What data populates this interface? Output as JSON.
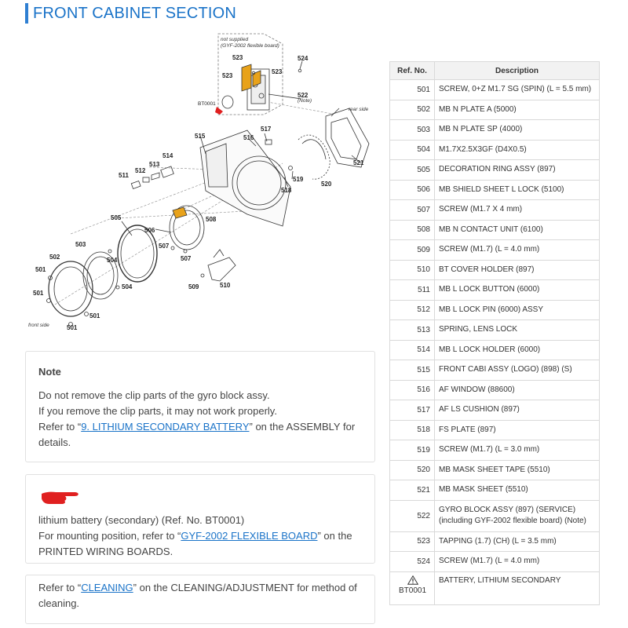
{
  "page": {
    "title": "FRONT CABINET SECTION"
  },
  "diagram": {
    "not_supplied_line1": "not supplied",
    "not_supplied_line2": "(GYF-2002 flexible board)",
    "note_label": "(Note)",
    "rear_side": "rear side",
    "front_side": "front side",
    "callouts": {
      "c501": "501",
      "c502": "502",
      "c503": "503",
      "c504": "504",
      "c505": "505",
      "c506": "506",
      "c507": "507",
      "c508": "508",
      "c509": "509",
      "c510": "510",
      "c511": "511",
      "c512": "512",
      "c513": "513",
      "c514": "514",
      "c515": "515",
      "c516": "516",
      "c517": "517",
      "c518": "518",
      "c519": "519",
      "c520": "520",
      "c521": "521",
      "c522": "522",
      "c523": "523",
      "c524": "524",
      "bt0001": "BT0001"
    }
  },
  "table": {
    "header_ref": "Ref. No.",
    "header_desc": "Description",
    "rows": [
      {
        "ref": "501",
        "desc": "SCREW, 0+Z M1.7 SG (SPIN) (L = 5.5 mm)"
      },
      {
        "ref": "502",
        "desc": "MB N PLATE A (5000)"
      },
      {
        "ref": "503",
        "desc": "MB N PLATE SP (4000)"
      },
      {
        "ref": "504",
        "desc": "M1.7X2.5X3GF (D4X0.5)"
      },
      {
        "ref": "505",
        "desc": "DECORATION RING ASSY (897)"
      },
      {
        "ref": "506",
        "desc": "MB SHIELD SHEET L LOCK (5100)"
      },
      {
        "ref": "507",
        "desc": "SCREW (M1.7 X 4 mm)"
      },
      {
        "ref": "508",
        "desc": "MB N CONTACT UNIT (6100)"
      },
      {
        "ref": "509",
        "desc": "SCREW (M1.7) (L = 4.0 mm)"
      },
      {
        "ref": "510",
        "desc": "BT COVER HOLDER (897)"
      },
      {
        "ref": "511",
        "desc": "MB L LOCK BUTTON (6000)"
      },
      {
        "ref": "512",
        "desc": "MB L LOCK PIN (6000) ASSY"
      },
      {
        "ref": "513",
        "desc": "SPRING, LENS LOCK"
      },
      {
        "ref": "514",
        "desc": "MB L LOCK HOLDER (6000)"
      },
      {
        "ref": "515",
        "desc": "FRONT CABI ASSY (LOGO) (898) (S)"
      },
      {
        "ref": "516",
        "desc": "AF WINDOW (88600)"
      },
      {
        "ref": "517",
        "desc": "AF LS CUSHION (897)"
      },
      {
        "ref": "518",
        "desc": "FS PLATE (897)"
      },
      {
        "ref": "519",
        "desc": "SCREW (M1.7) (L = 3.0 mm)"
      },
      {
        "ref": "520",
        "desc": "MB MASK SHEET TAPE (5510)"
      },
      {
        "ref": "521",
        "desc": "MB MASK SHEET (5510)"
      }
    ],
    "row522": {
      "ref": "522",
      "desc1": "GYRO BLOCK ASSY (897) (SERVICE)",
      "desc2": "(including GYF-2002 flexible board) (Note)"
    },
    "row523": {
      "ref": "523",
      "desc": "TAPPING (1.7) (CH) (L = 3.5 mm)"
    },
    "row524": {
      "ref": "524",
      "desc": "SCREW (M1.7) (L = 4.0 mm)"
    },
    "row_bt": {
      "ref": "BT0001",
      "desc": "BATTERY, LITHIUM SECONDARY"
    }
  },
  "note": {
    "heading": "Note",
    "line1": "Do not remove the clip parts of the gyro block assy.",
    "line2": "If you remove the clip parts, it may not work properly.",
    "refer_prefix": "Refer to “",
    "link": "9. LITHIUM SECONDARY BATTERY",
    "refer_suffix": "” on the ASSEMBLY for details."
  },
  "battery": {
    "line1": "lithium battery (secondary) (Ref. No. BT0001)",
    "prefix": "For mounting position, refer to “",
    "link": "GYF-2002 FLEXIBLE BOARD",
    "suffix": "” on the PRINTED WIRING BOARDS."
  },
  "cleaning": {
    "prefix": "Refer to “",
    "link": "CLEANING",
    "suffix": "” on the CLEANING/ADJUSTMENT for method of cleaning."
  },
  "colors": {
    "accent": "#1a73c8",
    "highlight_part": "#e8a21a",
    "hand": "#e02020"
  },
  "icons": {
    "warning": "warning-triangle-icon",
    "pointer": "pointing-hand-icon"
  }
}
